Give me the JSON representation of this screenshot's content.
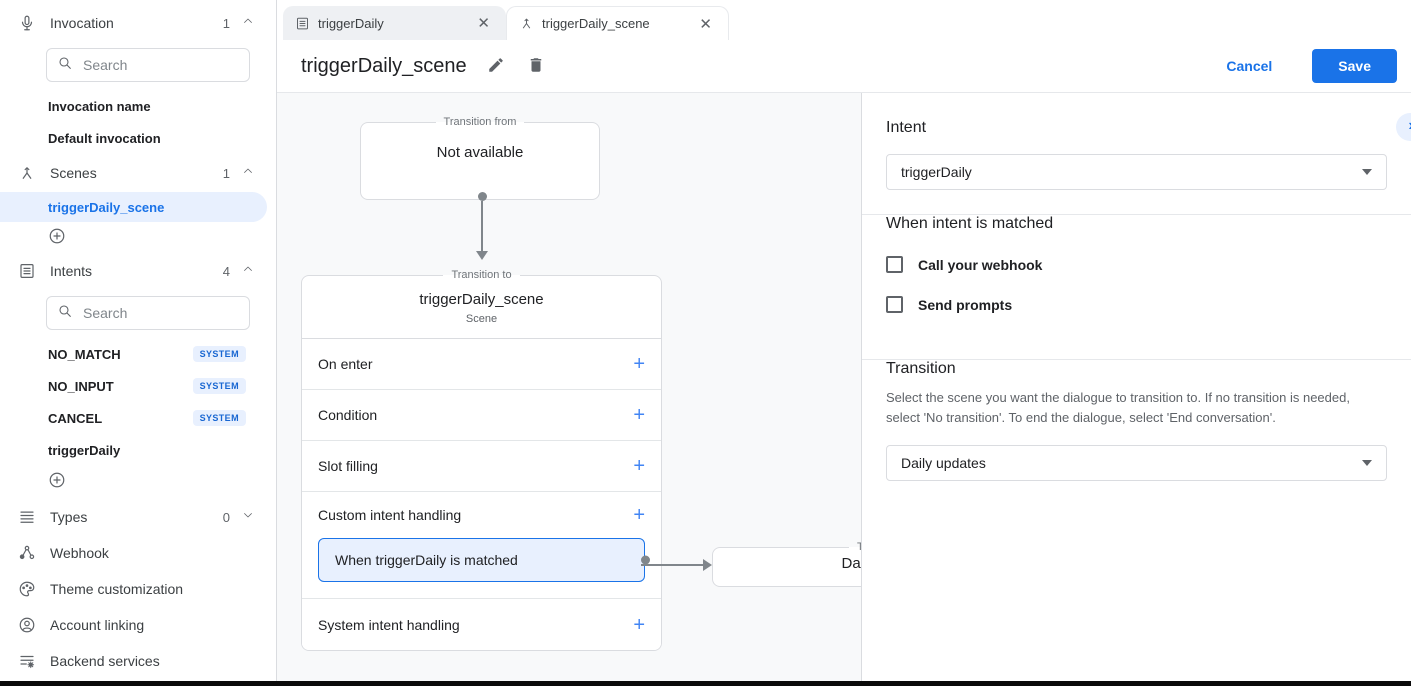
{
  "colors": {
    "accent": "#1a73e8",
    "accent_light": "#e8f0fe",
    "badge_text": "#1967d2",
    "canvas_bg": "#f8f9fa"
  },
  "sidebar": {
    "search_placeholder": "Search",
    "invocation": {
      "label": "Invocation",
      "count": "1"
    },
    "invocation_items": {
      "name": "Invocation name",
      "default": "Default invocation"
    },
    "scenes": {
      "label": "Scenes",
      "count": "1",
      "selected_item": "triggerDaily_scene"
    },
    "intents": {
      "label": "Intents",
      "count": "4",
      "items": [
        {
          "name": "NO_MATCH",
          "badge": "SYSTEM"
        },
        {
          "name": "NO_INPUT",
          "badge": "SYSTEM"
        },
        {
          "name": "CANCEL",
          "badge": "SYSTEM"
        },
        {
          "name": "triggerDaily",
          "badge": ""
        }
      ]
    },
    "types": {
      "label": "Types",
      "count": "0"
    },
    "links": {
      "webhook": "Webhook",
      "theme": "Theme customization",
      "account": "Account linking",
      "backend": "Backend services"
    }
  },
  "tabs": [
    {
      "label": "triggerDaily"
    },
    {
      "label": "triggerDaily_scene"
    }
  ],
  "header": {
    "title": "triggerDaily_scene",
    "cancel_label": "Cancel",
    "save_label": "Save"
  },
  "canvas": {
    "from_box": {
      "legend": "Transition from",
      "text": "Not available"
    },
    "scene_card": {
      "legend": "Transition to",
      "title": "triggerDaily_scene",
      "subtitle": "Scene",
      "rows": [
        "On enter",
        "Condition",
        "Slot filling",
        "Custom intent handling",
        "System intent handling"
      ],
      "selected_handler": "When triggerDaily is matched"
    },
    "target_box": {
      "legend": "Transition to",
      "text": "Daily updates"
    }
  },
  "panel": {
    "intent": {
      "heading": "Intent",
      "value": "triggerDaily"
    },
    "matched": {
      "heading": "When intent is matched",
      "checkboxes": [
        {
          "label": "Call your webhook"
        },
        {
          "label": "Send prompts"
        }
      ]
    },
    "transition": {
      "heading": "Transition",
      "description": "Select the scene you want the dialogue to transition to. If no transition is needed, select 'No transition'. To end the dialogue, select 'End conversation'.",
      "value": "Daily updates"
    }
  }
}
